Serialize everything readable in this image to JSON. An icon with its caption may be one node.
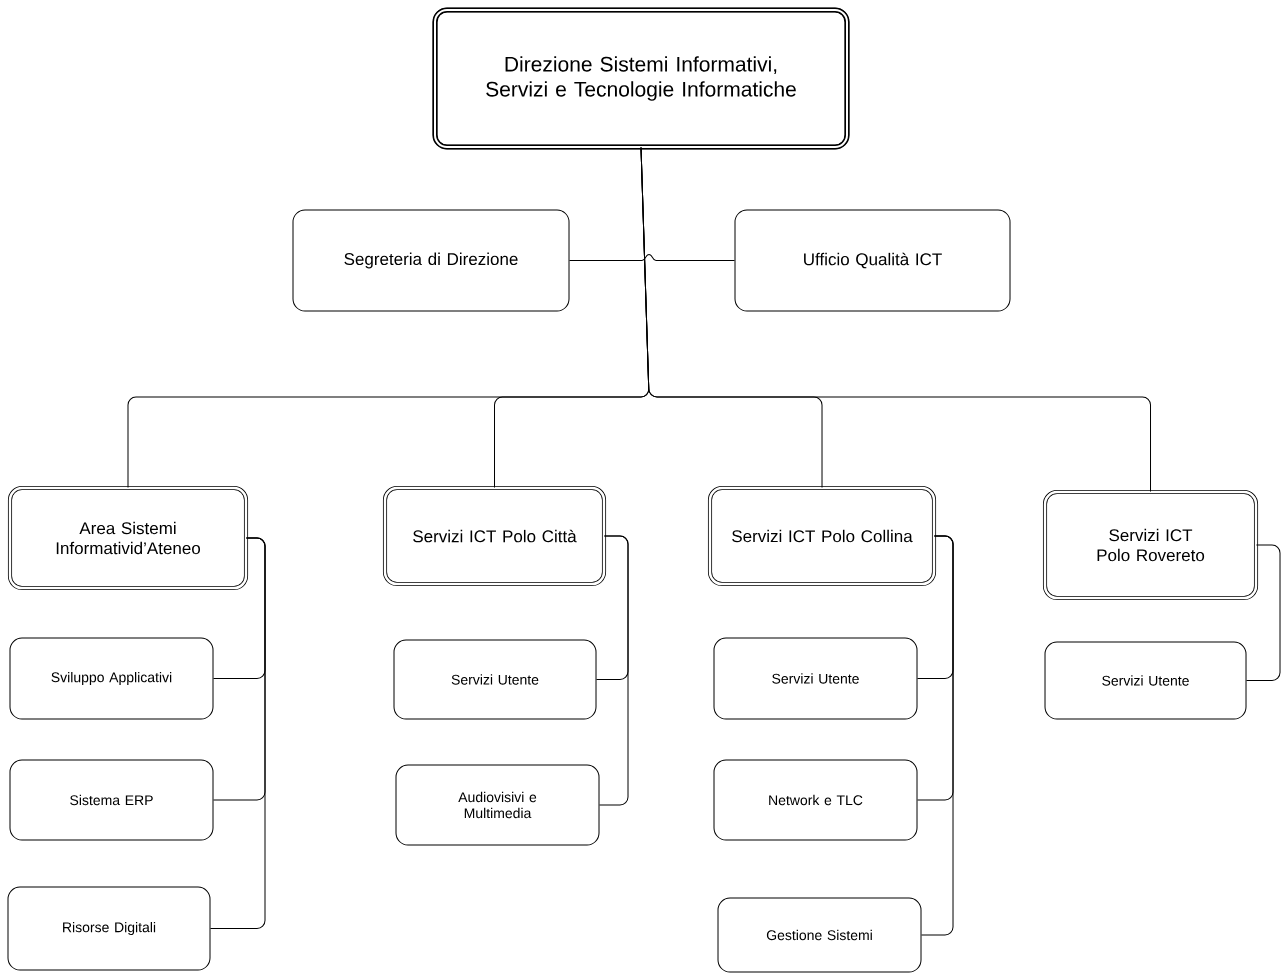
{
  "diagram": {
    "nodes": [
      {
        "text": [
          "Direzione Sistemi Informativi, Servizi e Tecnologie Informatiche"
        ]
      },
      {
        "text": [
          "Segreteria di Direzione"
        ]
      },
      {
        "text": [
          "Ufficio Qualità ICT"
        ]
      },
      {
        "text": [
          "Area Sistemi Informativid’Ateneo"
        ]
      },
      {
        "text": [
          "Servizi ICT Polo Città"
        ]
      },
      {
        "text": [
          "Servizi ICT Polo Collina"
        ]
      },
      {
        "text": [
          "Servizi ICT Polo Rovereto"
        ]
      },
      {
        "text": [
          "Sviluppo Applicativi"
        ]
      },
      {
        "text": [
          "Sistema ERP"
        ]
      },
      {
        "text": [
          "Risorse Digitali"
        ]
      },
      {
        "text": [
          "Servizi Utente"
        ]
      },
      {
        "text": [
          "Audiovisivi e Multimedia"
        ]
      },
      {
        "text": [
          "Servizi Utente"
        ]
      },
      {
        "text": [
          "Network e TLC"
        ]
      },
      {
        "text": [
          "Gestione Sistemi"
        ]
      },
      {
        "text": [
          "Servizi Utente"
        ]
      }
    ],
    "edges": [
      {
        "from": 1,
        "to": 2,
        "arrow": "none"
      },
      {
        "from": 0,
        "to": 3,
        "arrow": "none"
      },
      {
        "from": 0,
        "to": 4,
        "arrow": "none"
      },
      {
        "from": 0,
        "to": 5,
        "arrow": "none"
      },
      {
        "from": 0,
        "to": 6,
        "arrow": "none"
      },
      {
        "from": 3,
        "to": 7,
        "arrow": "none"
      },
      {
        "from": 3,
        "to": 8,
        "arrow": "none"
      },
      {
        "from": 3,
        "to": 9,
        "arrow": "none"
      },
      {
        "from": 4,
        "to": 10,
        "arrow": "none"
      },
      {
        "from": 4,
        "to": 11,
        "arrow": "none"
      },
      {
        "from": 5,
        "to": 12,
        "arrow": "none"
      },
      {
        "from": 5,
        "to": 13,
        "arrow": "none"
      },
      {
        "from": 5,
        "to": 14,
        "arrow": "none"
      },
      {
        "from": 6,
        "to": 15,
        "arrow": "none"
      }
    ]
  }
}
